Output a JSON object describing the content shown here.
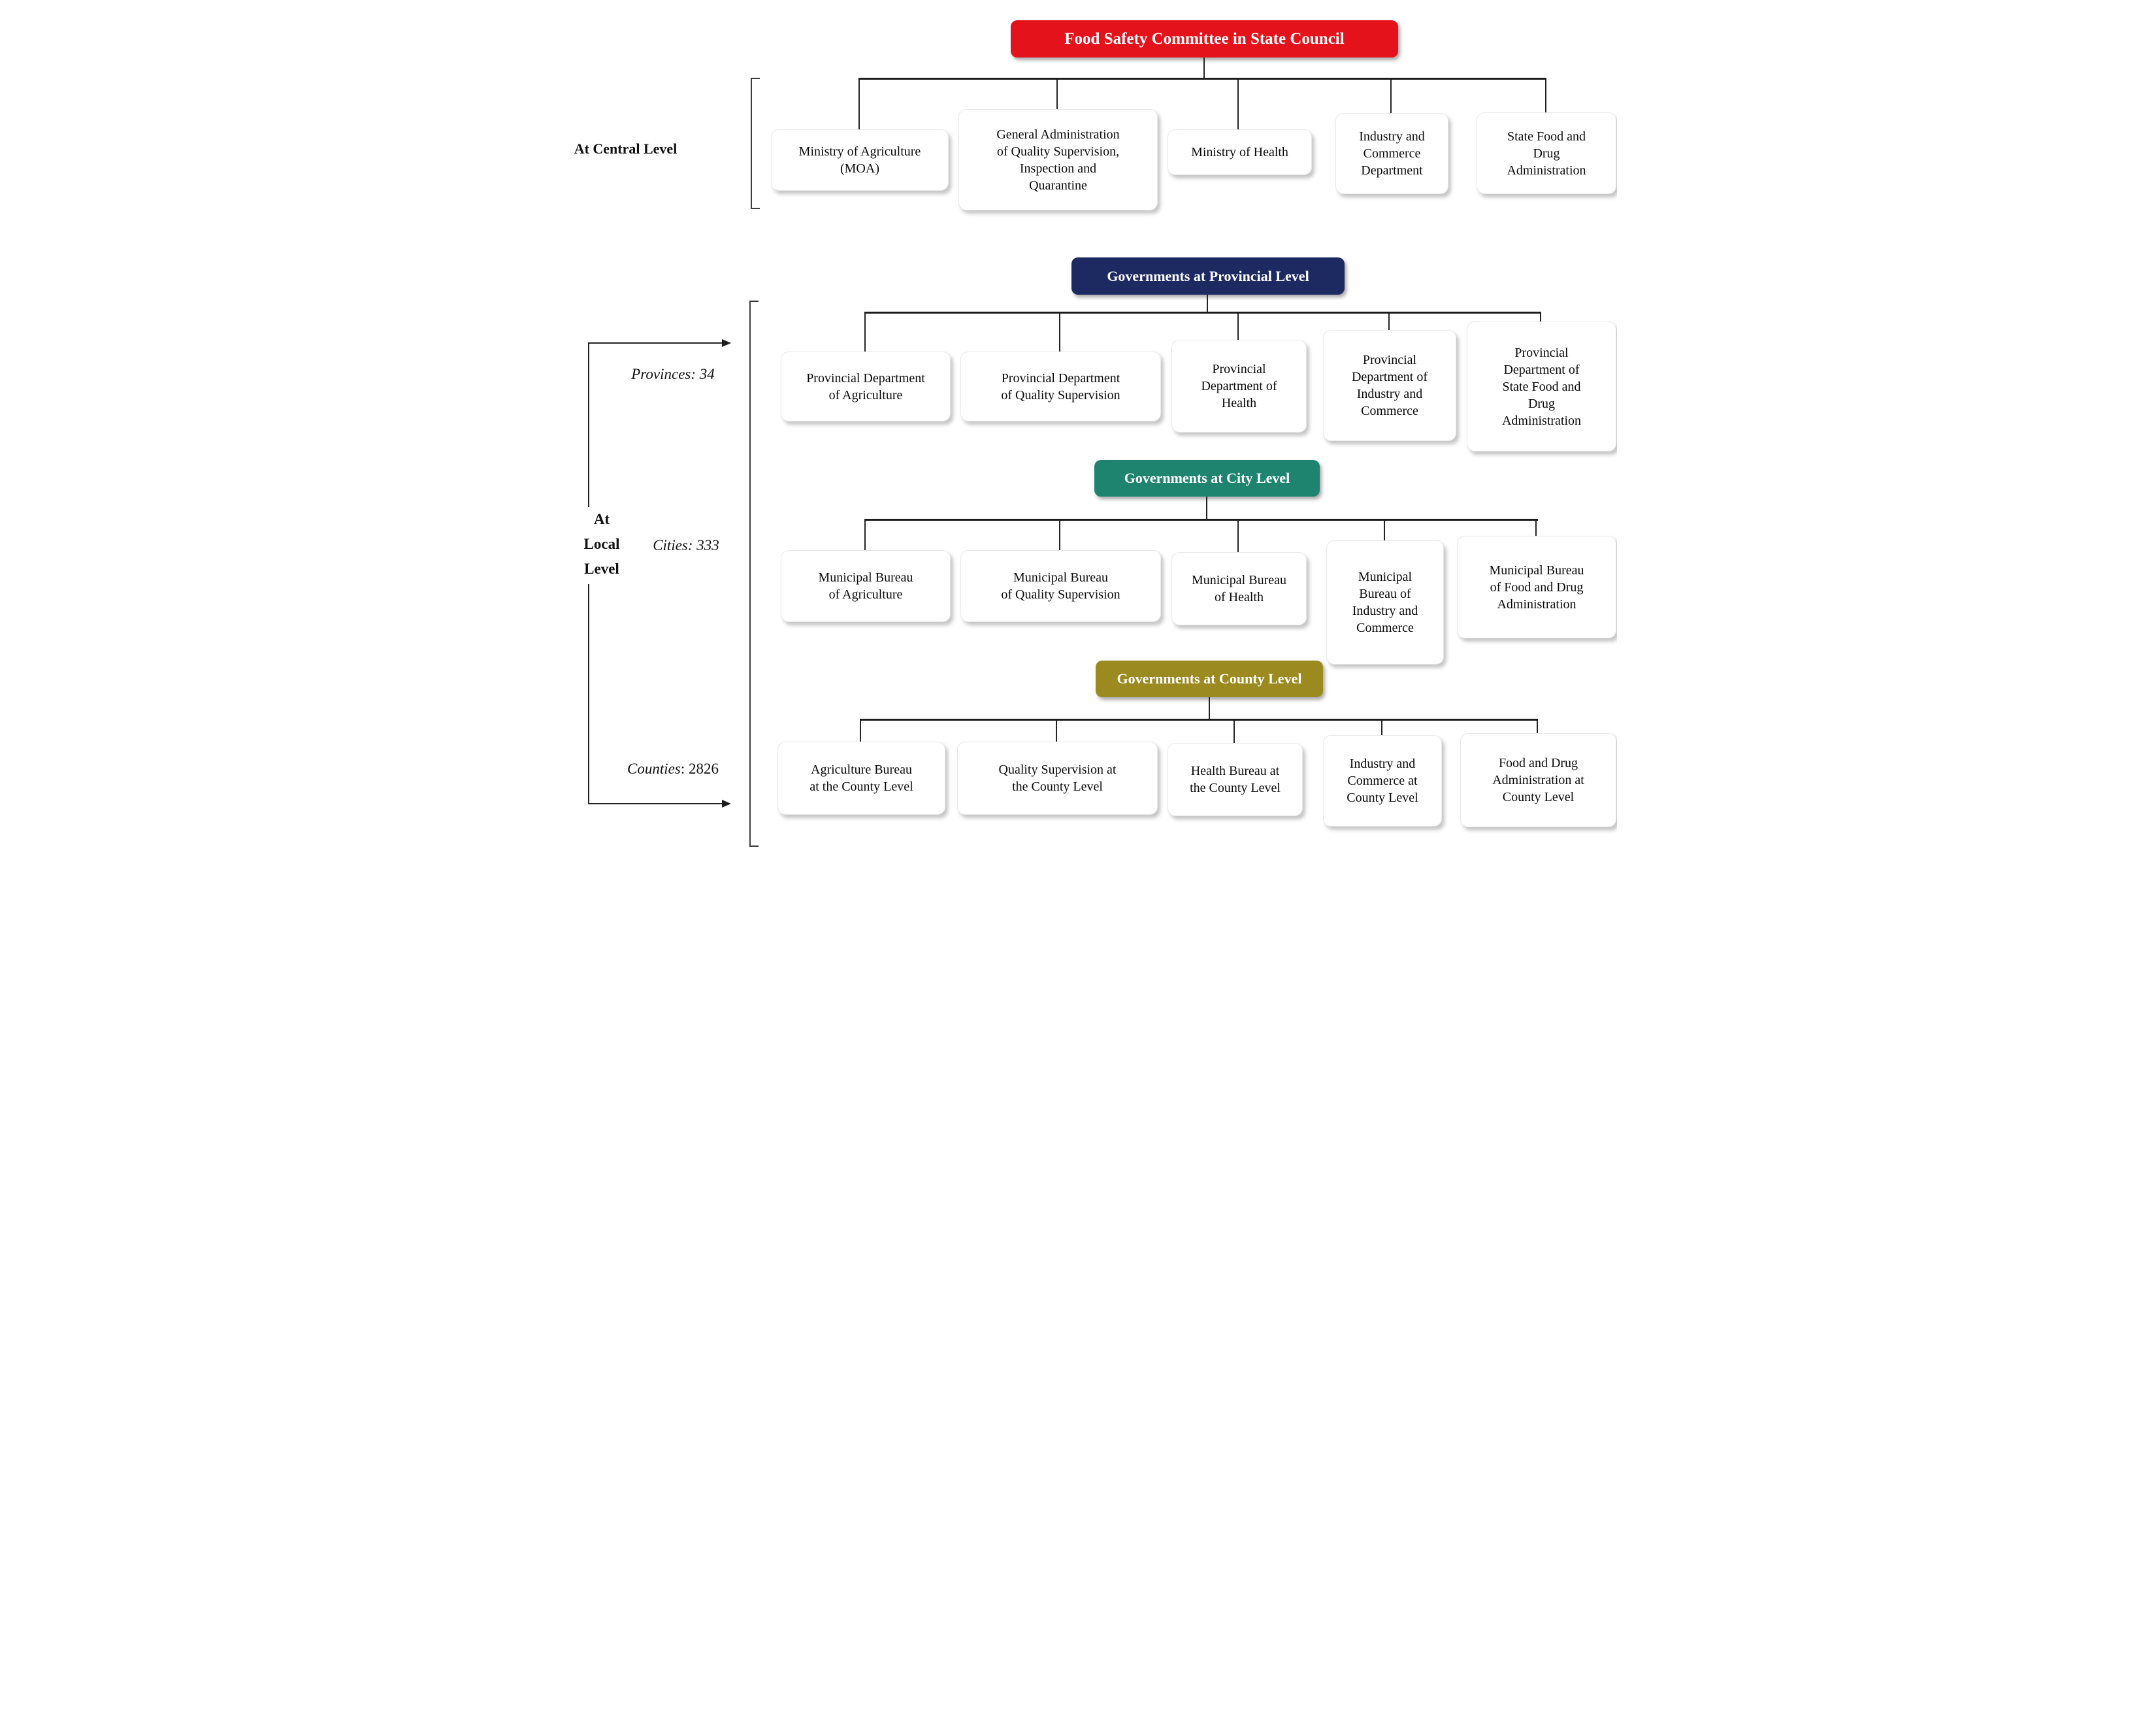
{
  "root": {
    "label": "Food Safety Committee in State Council"
  },
  "colors": {
    "root": "#e3121b",
    "provincial": "#1d2a61",
    "city": "#1f846f",
    "county": "#9b8a1f",
    "line": "#232323"
  },
  "side": {
    "central_label": "At Central Level",
    "local_label": "At\nLocal\nLevel",
    "provinces": "Provinces: 34",
    "cities": "Cities: 333",
    "counties_name": "Counties",
    "counties_value": ": 2826"
  },
  "rows": {
    "central": {
      "boxes": [
        "Ministry of Agriculture\n(MOA)",
        "General Administration\nof Quality Supervision,\nInspection and\nQuarantine",
        "Ministry of Health",
        "Industry and\nCommerce\nDepartment",
        "State Food and\nDrug\nAdministration"
      ]
    },
    "provincial": {
      "header": "Governments at Provincial Level",
      "boxes": [
        "Provincial Department\nof Agriculture",
        "Provincial Department\nof Quality Supervision",
        "Provincial\nDepartment of\nHealth",
        "Provincial\nDepartment of\nIndustry and\nCommerce",
        "Provincial\nDepartment of\nState Food and\nDrug\nAdministration"
      ]
    },
    "city": {
      "header": "Governments at City Level",
      "boxes": [
        "Municipal Bureau\nof Agriculture",
        "Municipal Bureau\nof Quality Supervision",
        "Municipal Bureau\nof Health",
        "Municipal\nBureau of\nIndustry and\nCommerce",
        "Municipal Bureau\nof Food and Drug\nAdministration"
      ]
    },
    "county": {
      "header": "Governments at County Level",
      "boxes": [
        "Agriculture Bureau\nat the County Level",
        "Quality Supervision at\nthe County Level",
        "Health Bureau at\nthe County Level",
        "Industry and\nCommerce at\nCounty Level",
        "Food and Drug\nAdministration at\nCounty Level"
      ]
    }
  }
}
